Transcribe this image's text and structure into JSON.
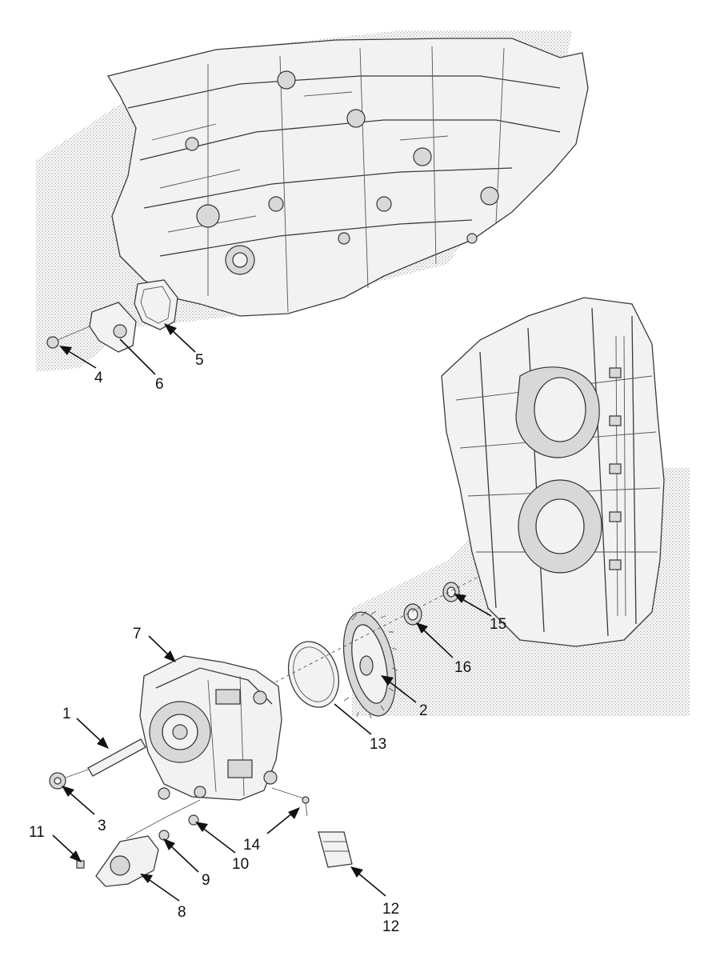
{
  "callouts": {
    "c1": "1",
    "c2": "2",
    "c3": "3",
    "c4": "4",
    "c5": "5",
    "c6": "6",
    "c7": "7",
    "c8": "8",
    "c9": "9",
    "c10": "10",
    "c11": "11",
    "c12": "12",
    "c12b": "12",
    "c13": "13",
    "c14": "14",
    "c15": "15",
    "c16": "16"
  }
}
